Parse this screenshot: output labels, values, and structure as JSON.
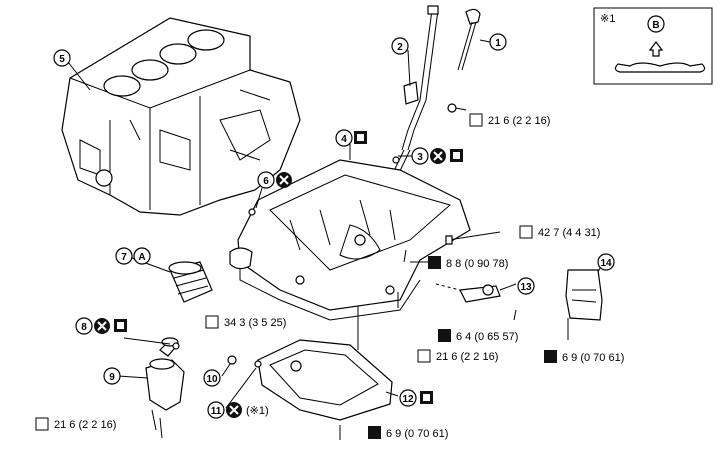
{
  "callouts": [
    {
      "id": "c1",
      "num": "1"
    },
    {
      "id": "c2",
      "num": "2"
    },
    {
      "id": "c3",
      "num": "3"
    },
    {
      "id": "c4",
      "num": "4"
    },
    {
      "id": "c5",
      "num": "5"
    },
    {
      "id": "c6",
      "num": "6"
    },
    {
      "id": "c7",
      "num": "7"
    },
    {
      "id": "c8",
      "num": "8"
    },
    {
      "id": "c9",
      "num": "9"
    },
    {
      "id": "c10",
      "num": "10"
    },
    {
      "id": "c11",
      "num": "11"
    },
    {
      "id": "c12",
      "num": "12"
    },
    {
      "id": "c13",
      "num": "13"
    },
    {
      "id": "c14",
      "num": "14"
    }
  ],
  "markers": {
    "A": "A",
    "B": "B",
    "note_ref": "(※1)"
  },
  "inset": {
    "title": "※1",
    "marker": "B"
  },
  "torques": [
    {
      "id": "t1",
      "text": "21 6 (2 2  16)"
    },
    {
      "id": "t2",
      "text": "42 7 (4 4  31)"
    },
    {
      "id": "t3",
      "text": "8 8 (0 90  78)"
    },
    {
      "id": "t4",
      "text": "34 3 (3 5  25)"
    },
    {
      "id": "t5",
      "text": "6 4 (0 65  57)"
    },
    {
      "id": "t6",
      "text": "21 6 (2 2  16)"
    },
    {
      "id": "t7",
      "text": "6 9 (0 70  61)"
    },
    {
      "id": "t8",
      "text": "21 6 (2 2  16)"
    },
    {
      "id": "t9",
      "text": "6 9 (0 70  61)"
    }
  ]
}
